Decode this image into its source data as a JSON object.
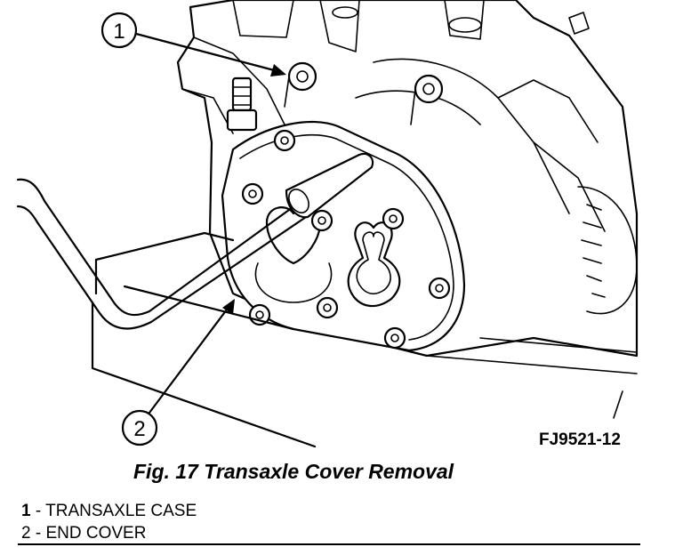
{
  "figure": {
    "code": "FJ9521-12",
    "caption": "Fig. 17 Transaxle Cover Removal"
  },
  "callouts": [
    {
      "number": "1",
      "description": "TRANSAXLE CASE"
    },
    {
      "number": "2",
      "description": "END COVER"
    }
  ],
  "legend_separator": " - "
}
